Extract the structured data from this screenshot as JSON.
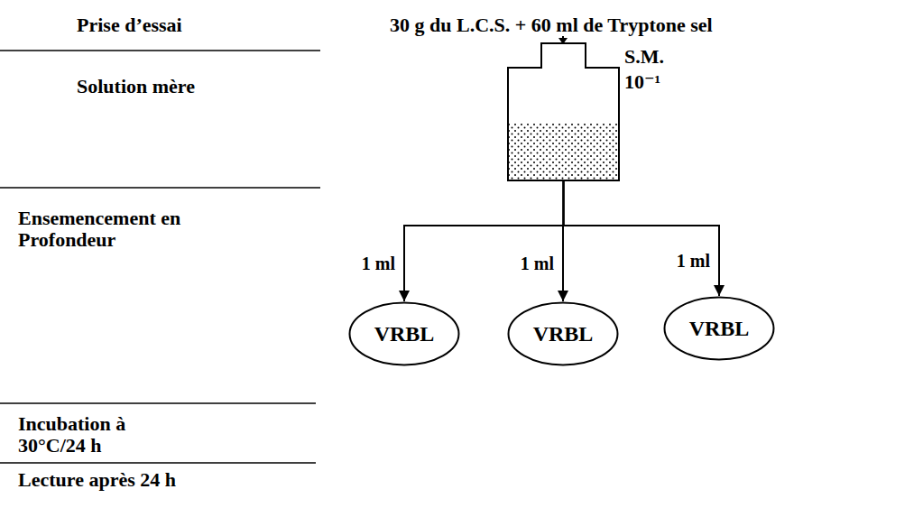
{
  "diagram": {
    "nodes": [
      {
        "text": [
          "S.M. 10⁻¹"
        ]
      },
      {
        "text": [
          "VRBL"
        ]
      },
      {
        "text": [
          "VRBL"
        ]
      },
      {
        "text": [
          "VRBL"
        ]
      }
    ],
    "edges": [
      {
        "from": 0,
        "to": 1,
        "arrow": "to",
        "label": "1 ml"
      },
      {
        "from": 0,
        "to": 2,
        "arrow": "to",
        "label": "1 ml"
      },
      {
        "from": 0,
        "to": 3,
        "arrow": "to",
        "label": "1 ml"
      }
    ],
    "labels": [
      "Prise d’essai",
      "30 g du L.C.S. + 60 ml de Tryptone sel",
      "Solution mère",
      "Ensemencement en Profondeur",
      "Incubation à 30°C/24 h",
      "Lecture après 24 h"
    ]
  }
}
